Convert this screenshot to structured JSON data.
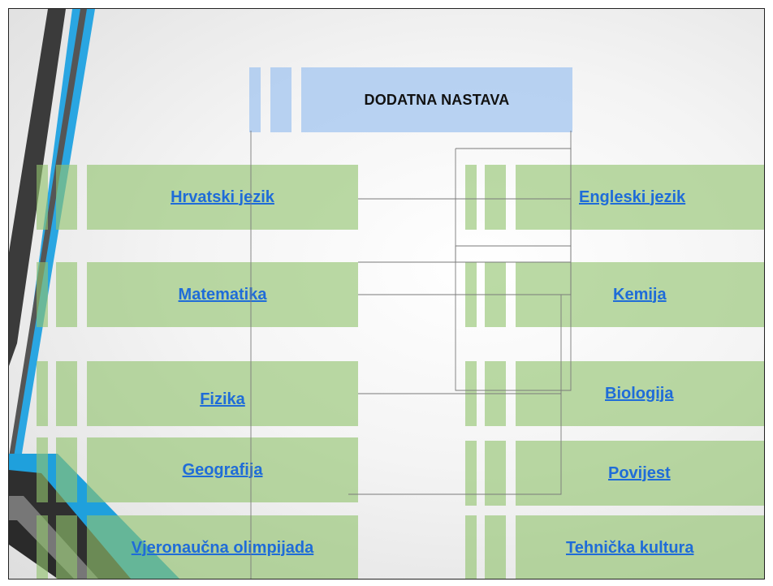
{
  "slide": {
    "title": "DODATNA NASTAVA",
    "left_items": [
      {
        "label": "Hrvatski jezik"
      },
      {
        "label": "Matematika"
      },
      {
        "label": "Fizika"
      },
      {
        "label": "Geografija"
      },
      {
        "label": "Vjeronaučna olimpijada"
      }
    ],
    "right_items": [
      {
        "label": "Engleski jezik"
      },
      {
        "label": "Kemija"
      },
      {
        "label": "Biologija"
      },
      {
        "label": "Povijest"
      },
      {
        "label": "Tehnička kultura"
      }
    ]
  },
  "colors": {
    "accent_blue": "#29a8e0",
    "dark_stripe": "#3a3a3a",
    "box_green": "#92c46e",
    "title_blue": "#a0c4f0",
    "link_blue": "#1f6cd8"
  }
}
